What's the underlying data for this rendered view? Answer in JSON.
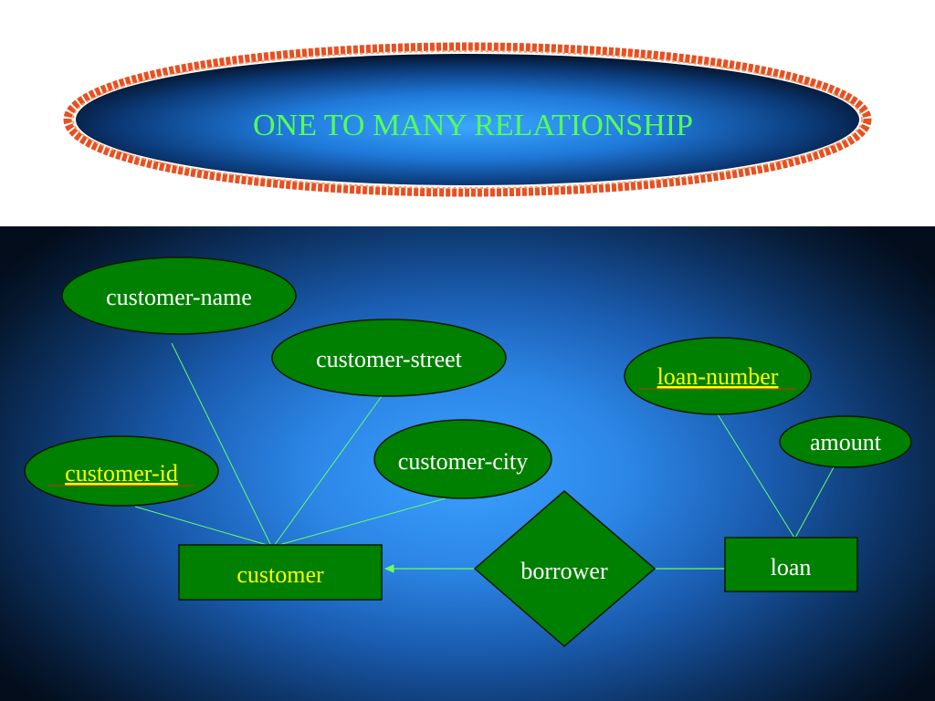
{
  "slide": {
    "title": "ONE TO MANY RELATIONSHIP"
  },
  "colors": {
    "node_fill": "#008000",
    "node_text": "#ffff00",
    "node_text_alt": "#ffffff",
    "connector": "#66ff66",
    "title_text": "#55ff55",
    "title_border": "#e85020",
    "panel_center": "#3aa0ff",
    "panel_edge": "#030d1c"
  },
  "diagram": {
    "entities": {
      "customer": "customer",
      "loan": "loan"
    },
    "relationship": {
      "borrower": "borrower"
    },
    "attributes": {
      "customer_name": "customer-name",
      "customer_street": "customer-street",
      "customer_city": "customer-city",
      "customer_id": "customer-id",
      "loan_number": "loan-number",
      "amount": "amount"
    }
  }
}
